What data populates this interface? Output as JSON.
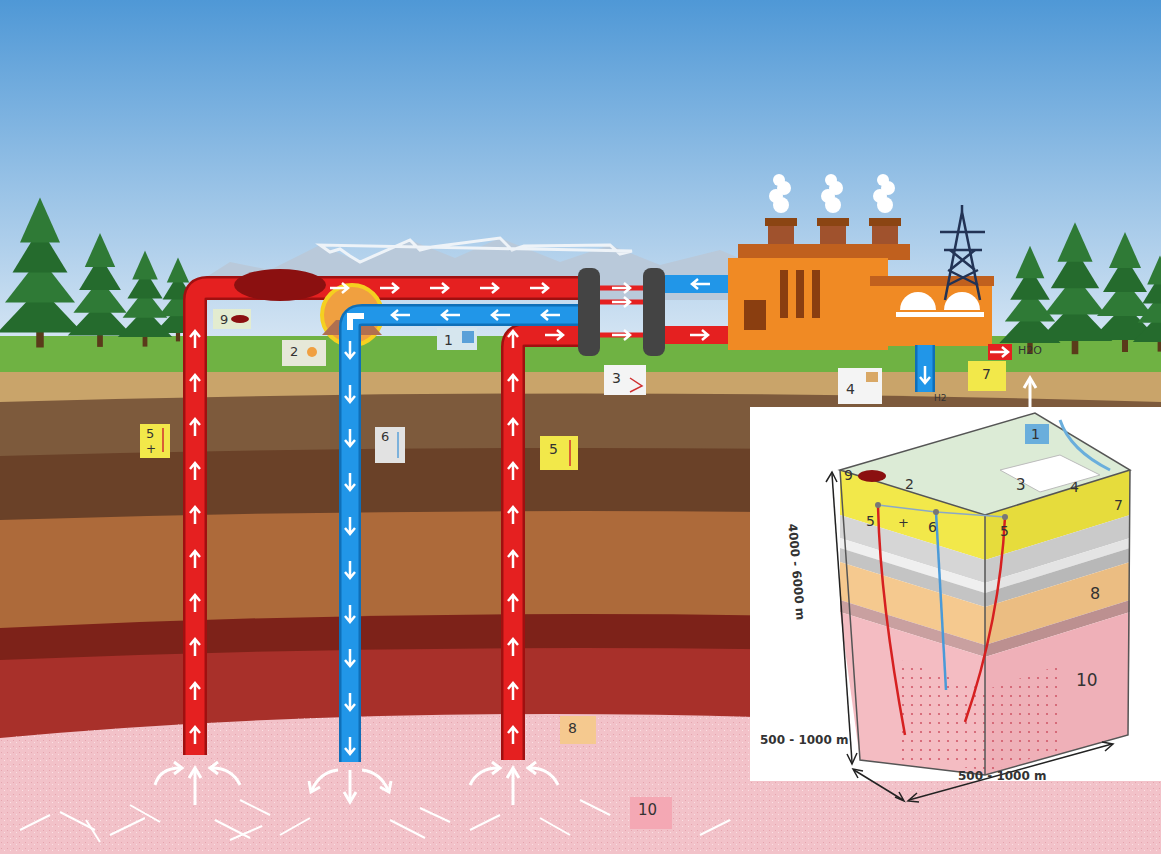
{
  "diagram": {
    "labels": [
      "9",
      "2",
      "1",
      "3",
      "4",
      "7",
      "H2O",
      "H2",
      "5",
      "+",
      "6",
      "5",
      "8",
      "10",
      "9",
      "2",
      "1",
      "3",
      "4",
      "5",
      "+",
      "6",
      "5",
      "7",
      "8",
      "10",
      "4000 - 6000 m",
      "500 - 1000 m",
      "500 - 1000 m"
    ]
  }
}
